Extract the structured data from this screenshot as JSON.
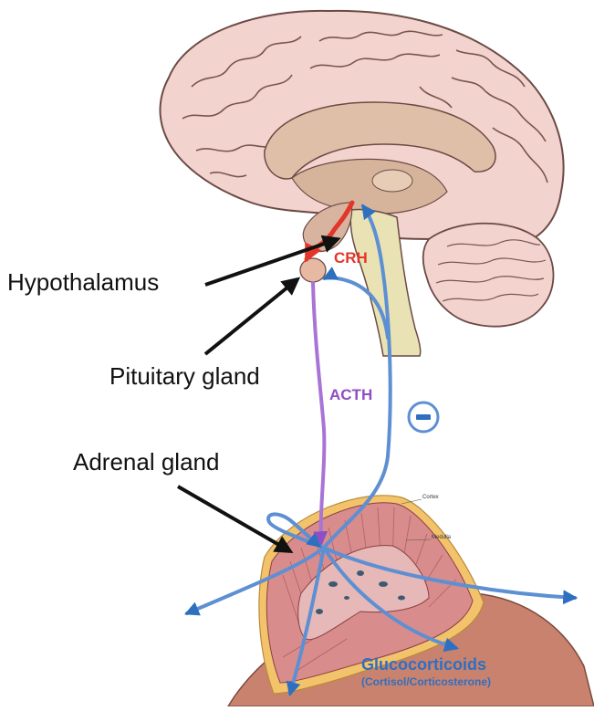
{
  "labels": {
    "hypothalamus": "Hypothalamus",
    "pituitary": "Pituitary gland",
    "adrenal": "Adrenal gland",
    "crh": "CRH",
    "acth": "ACTH",
    "negative_feedback": "−",
    "glucocorticoids": "Glucocorticoids",
    "glucocorticoids_sub": "(Cortisol/Corticosterone)",
    "cortex": "Cortex",
    "medulla": "Medulla"
  },
  "colors": {
    "crh": "#e2362a",
    "acth": "#8e4fc2",
    "feedback": "#5d8fd3",
    "feedback_text": "#2f6fc0",
    "brain": "#f2d6cf",
    "brain_outline": "#6b4a45",
    "adrenal_cortex": "#d98c8c",
    "adrenal_fat": "#f2c36b"
  },
  "icons": {
    "negative_feedback": "minus-circle-icon"
  }
}
